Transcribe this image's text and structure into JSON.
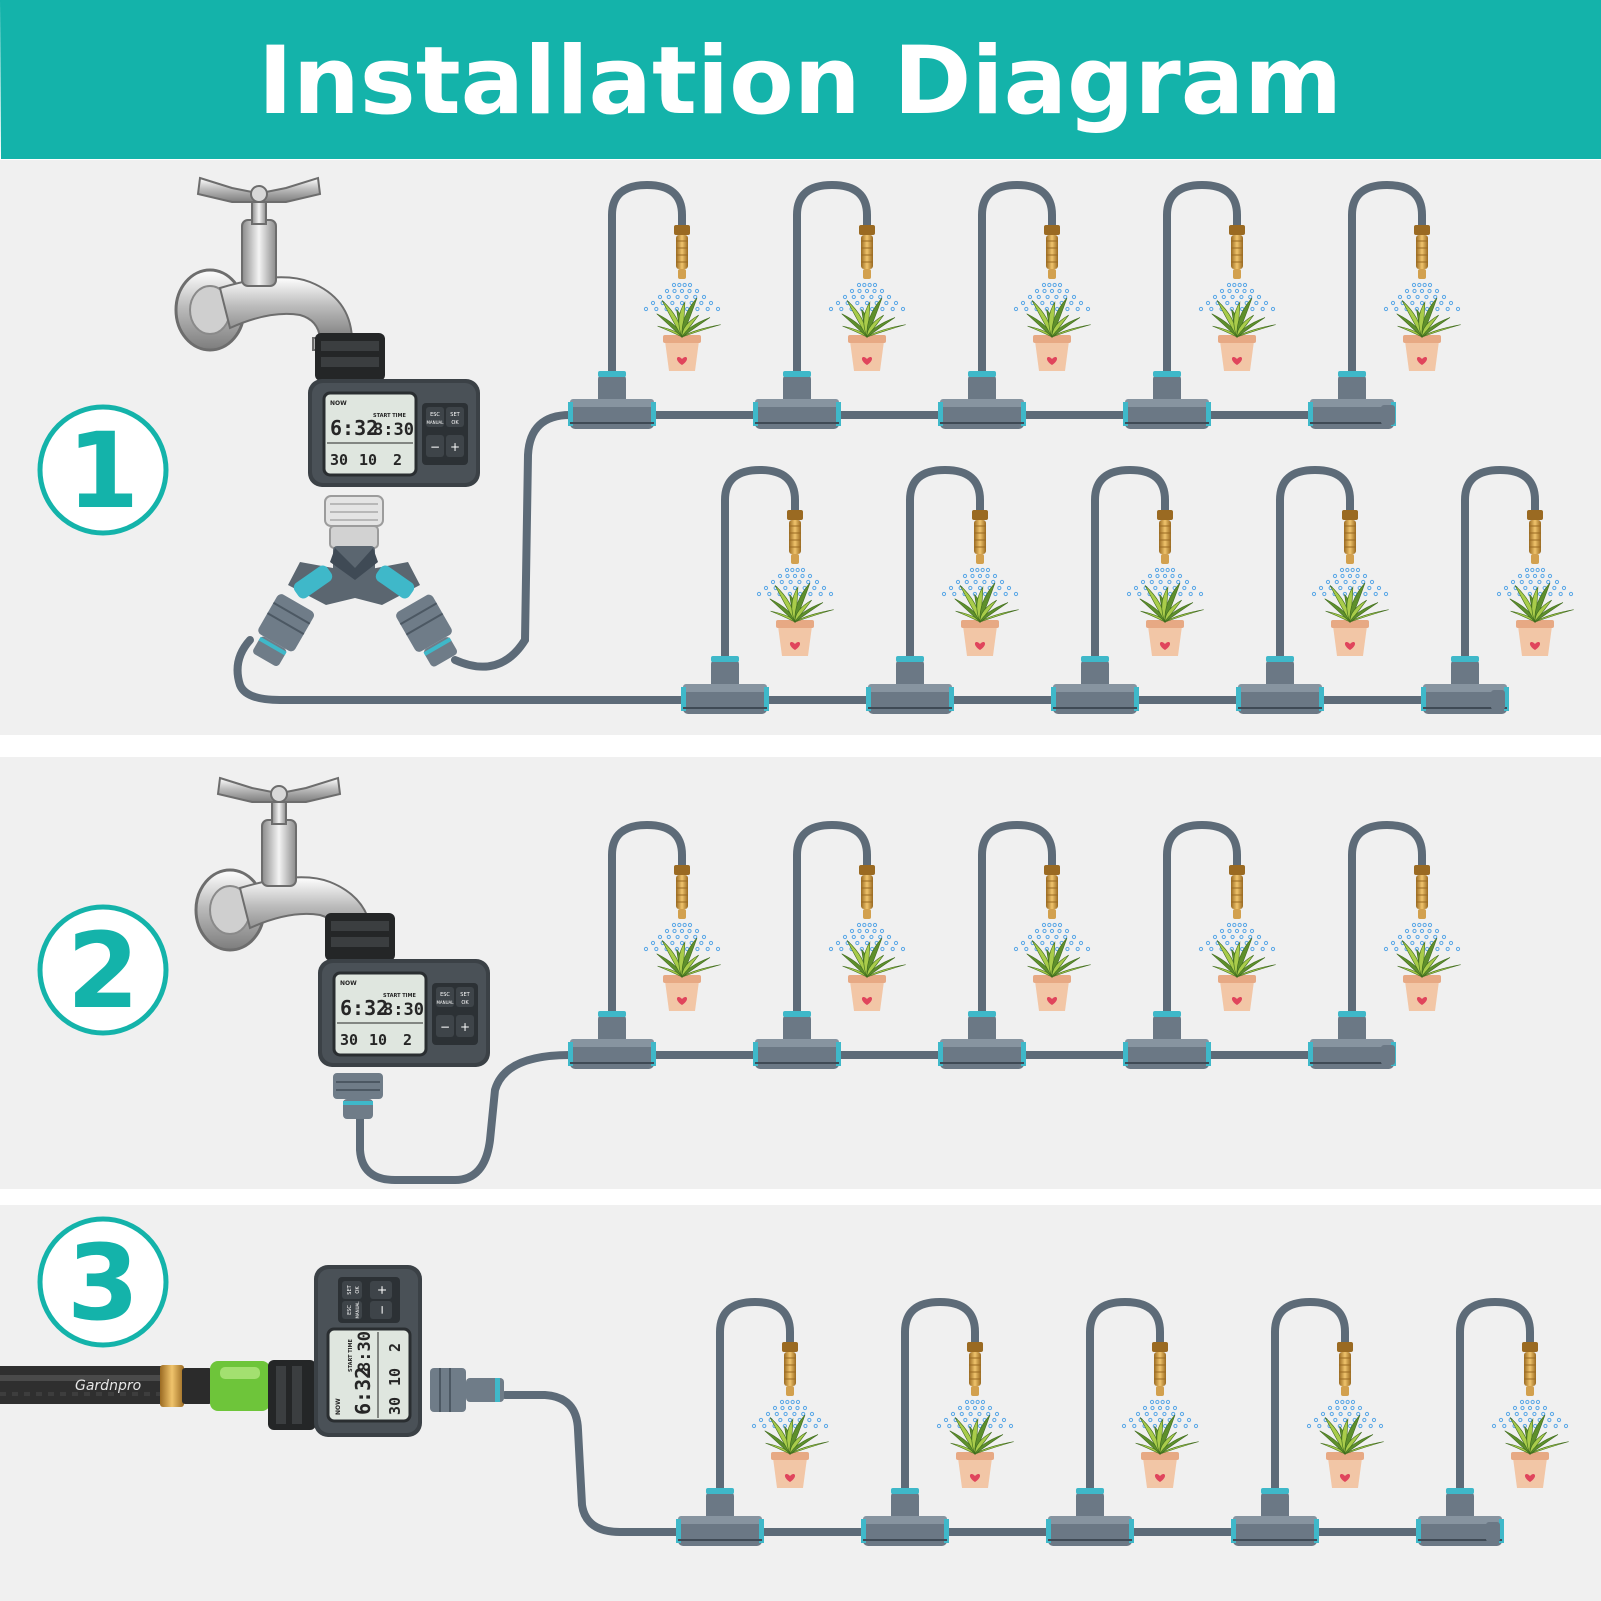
{
  "header": {
    "title": "Installation Diagram",
    "color": "#14b3aa"
  },
  "colors": {
    "panel_bg": "#f0f0f0",
    "tube": "#5d6b78",
    "tube_dark": "#3f4a55",
    "connector": "#6b7885",
    "accent": "#3fb8c9",
    "brass": "#d2a04e",
    "brass_dark": "#9a6a22",
    "leaf": "#5e8f2c",
    "leaf_light": "#a9cc4a",
    "pot": "#f2c6a6",
    "pot_rim": "#e7a984",
    "heart": "#e0455c",
    "spray": "#5aa7e6",
    "timer_body": "#3b4146",
    "lcd": "#dfe6df",
    "lcd_text": "#262626",
    "chrome_light": "#eaeaea",
    "chrome_dark": "#8d8d8d",
    "hose": "#3a3a3a",
    "green_connector": "#6ec53a"
  },
  "icons": {
    "tap": "tap-icon",
    "timer": "water-timer-icon",
    "splitter": "y-splitter-icon",
    "tee": "tee-connector-icon",
    "plant": "potted-plant-icon",
    "sprinkler": "sprinkler-nozzle-icon",
    "hose": "garden-hose-icon"
  },
  "timer": {
    "now": "NOW",
    "start_time_label": "START TIME",
    "clock": "6:32",
    "start_time": "8:30",
    "duration": "30",
    "interval": "10",
    "next": "2",
    "esc": "ESC",
    "set": "SET",
    "manual": "MANUAL",
    "ok": "OK",
    "minus": "−",
    "plus": "+"
  },
  "hose_brand": "Gardnpro",
  "steps": [
    {
      "number": "1"
    },
    {
      "number": "2"
    },
    {
      "number": "3"
    }
  ]
}
